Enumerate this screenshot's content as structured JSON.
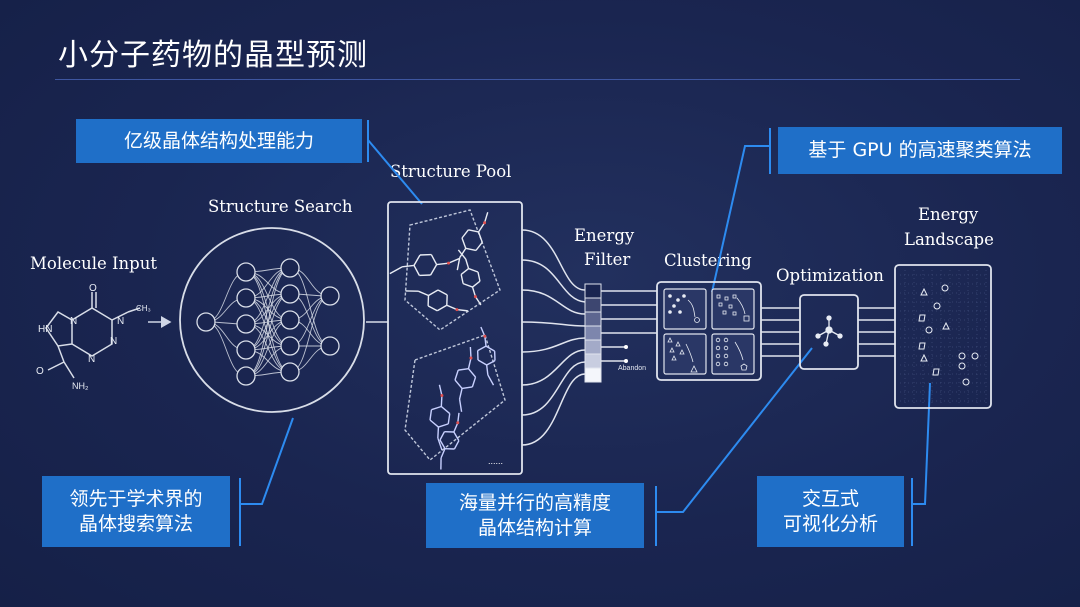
{
  "title": "小分子药物的晶型预测",
  "callouts": {
    "top_left": "亿级晶体结构处理能力",
    "top_right": "基于 GPU 的高速聚类算法",
    "bottom_left": [
      "领先于学术界的",
      "晶体搜索算法"
    ],
    "bottom_mid": [
      "海量并行的高精度",
      "晶体结构计算"
    ],
    "bottom_right": [
      "交互式",
      "可视化分析"
    ]
  },
  "stages": {
    "molecule_input": "Molecule Input",
    "structure_search": "Structure Search",
    "structure_pool": "Structure Pool",
    "energy_filter": [
      "Energy",
      "Filter"
    ],
    "clustering": "Clustering",
    "optimization": "Optimization",
    "energy_landscape": [
      "Energy",
      "Landscape"
    ]
  },
  "molecule_labels": {
    "ch3": "CH₃",
    "hn": "HN",
    "o_top": "O",
    "n1": "N",
    "n2": "N",
    "n3": "N",
    "n4": "N",
    "o_bottom": "O",
    "nh2": "NH₂"
  },
  "abandon_label": "Abandon",
  "pool_ellipsis": "......",
  "colors": {
    "accent": "#1f6fc8",
    "background": "#1a2550",
    "line": "#2d8bf0"
  }
}
